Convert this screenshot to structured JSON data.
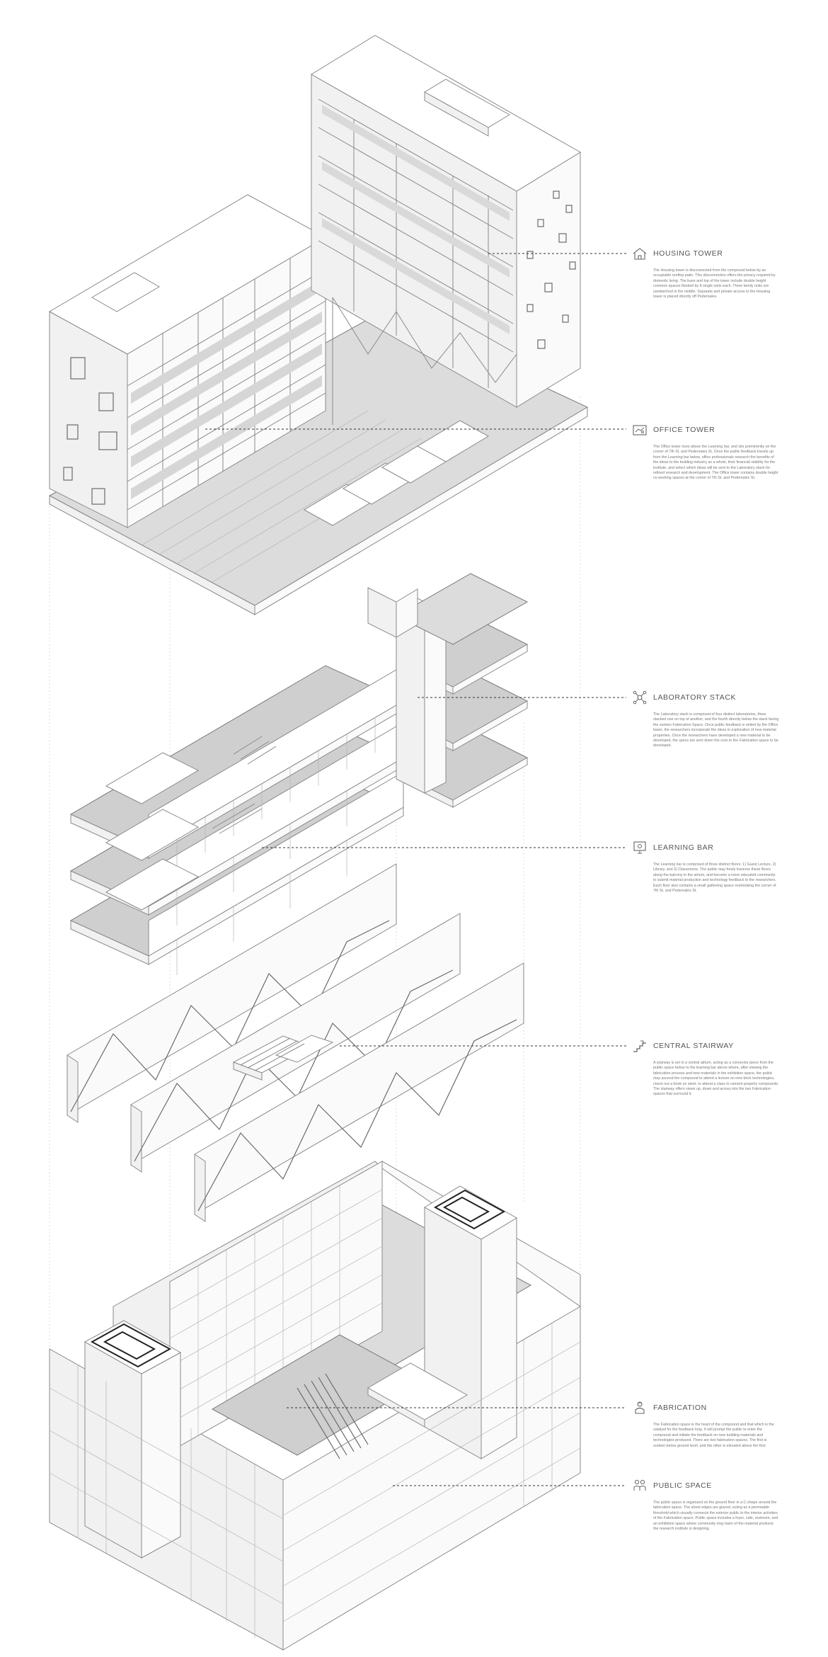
{
  "annotations": [
    {
      "key": "housing",
      "icon": "house-icon",
      "title": "HOUSING TOWER",
      "text": "The Housing tower is disconnected from the compound below by an occupiable rooftop patio. This disconnection offers the privacy required by domestic living. The base and top of the tower include double height common spaces flanked by 8 single units each. Three family units are sandwiched in the middle. Separate and private access to the Housing tower is placed directly off Pedernales."
    },
    {
      "key": "office",
      "icon": "office-icon",
      "title": "OFFICE TOWER",
      "text": "The Office tower rises above the Learning bar, and sits prominently on the corner of 7th St. and Pedernales St. Once the public feedback travels up from the Learning bar below, office professionals research the benefits of the ideas to the building industry as a whole, their financial viability for the institute, and select which ideas will be sent to the Laboratory stack for refined research and development. The Office tower contains double height co-working spaces at the corner of 7th St. and Pedernales St."
    },
    {
      "key": "laboratory",
      "icon": "molecule-icon",
      "title": "LABORATORY STACK",
      "text": "The Laboratory stack is comprised of four distinct laboratories, three stacked one on top of another, and the fourth directly below the stack facing the sunken Fabrication Space. Once public feedback is vetted by the Office tower, the researchers incorporate the ideas in exploration of new material properties. Once the researchers have developed a new material to be developed, the specs are sent down the core to the Fabrication space to be developed."
    },
    {
      "key": "learning",
      "icon": "monitor-icon",
      "title": "LEARNING BAR",
      "text": "The Learning bar is comprised of three distinct floors: 1) Guest Lecture, 2) Library, and 3) Classrooms. The public may freely traverse these floors along the balcony in the atrium, and become a more educated community to submit material production and technology feedback to the researchers. Each floor also contains a small gathering space overlooking the corner of 7th St. and Pedernales St."
    },
    {
      "key": "stairway",
      "icon": "stair-icon",
      "title": "CENTRAL STAIRWAY",
      "text": "A stairway is set in a central atrium, acting as a connector piece from the public space below to the learning bar above where, after viewing the fabrication process and new materials in the exhibition space, the public may ascend the compound to attend a lecture on new brick technologies, check out a book on steel, or attend a class in cement property compounds. The stairway offers views up, down and across into the two Fabrication spaces that surround it."
    },
    {
      "key": "fabrication",
      "icon": "worker-icon",
      "title": "FABRICATION",
      "text": "The Fabrication space is the heart of the compound and that which is the catalyst for the feedback loop. It will prompt the public to enter the compound and initiate the feedback on new building materials and technologies produced. There are two fabrication spaces. The first is sunken below ground level, and the other is elevated above the first."
    },
    {
      "key": "public",
      "icon": "people-icon",
      "title": "PUBLIC SPACE",
      "text": "The public space is organized on the ground floor in a C-shape around the fabrication space. The street edges are glazed, acting as a permeable threshold which visually connects the exterior public to the interior activities of the Fabrication space. Public space includes a foyer, cafe, restroom, and an exhibition space where community may learn of the material products the research institute is designing."
    }
  ]
}
